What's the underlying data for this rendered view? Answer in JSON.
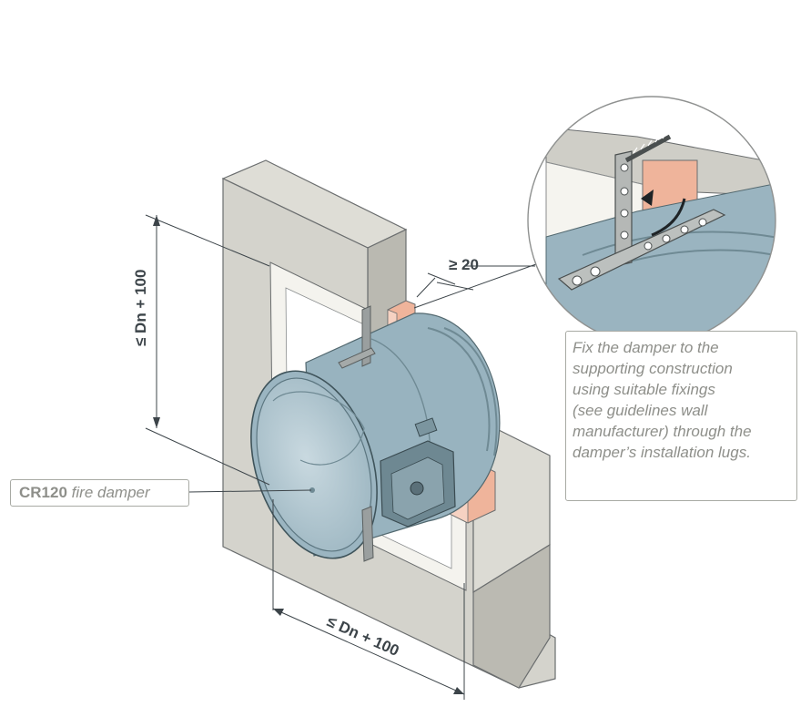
{
  "dimensions": {
    "height_label": "≤ Dn + 100",
    "width_label": "≤ Dn + 100",
    "gap_label": "≥ 20"
  },
  "product_label": {
    "model": "CR120",
    "description": "fire damper"
  },
  "fixing_note": {
    "lines": [
      "Fix the damper to the",
      "supporting construction",
      "using suitable fixings",
      "(see guidelines wall",
      "manufacturer) through the",
      "damper’s installation lugs."
    ]
  },
  "colors": {
    "wall": "#d4d3cc",
    "wall_dark": "#b9b8b0",
    "damper_body": "#98b3bf",
    "brick": "#efb49b",
    "label_border": "#a8aaa4"
  }
}
